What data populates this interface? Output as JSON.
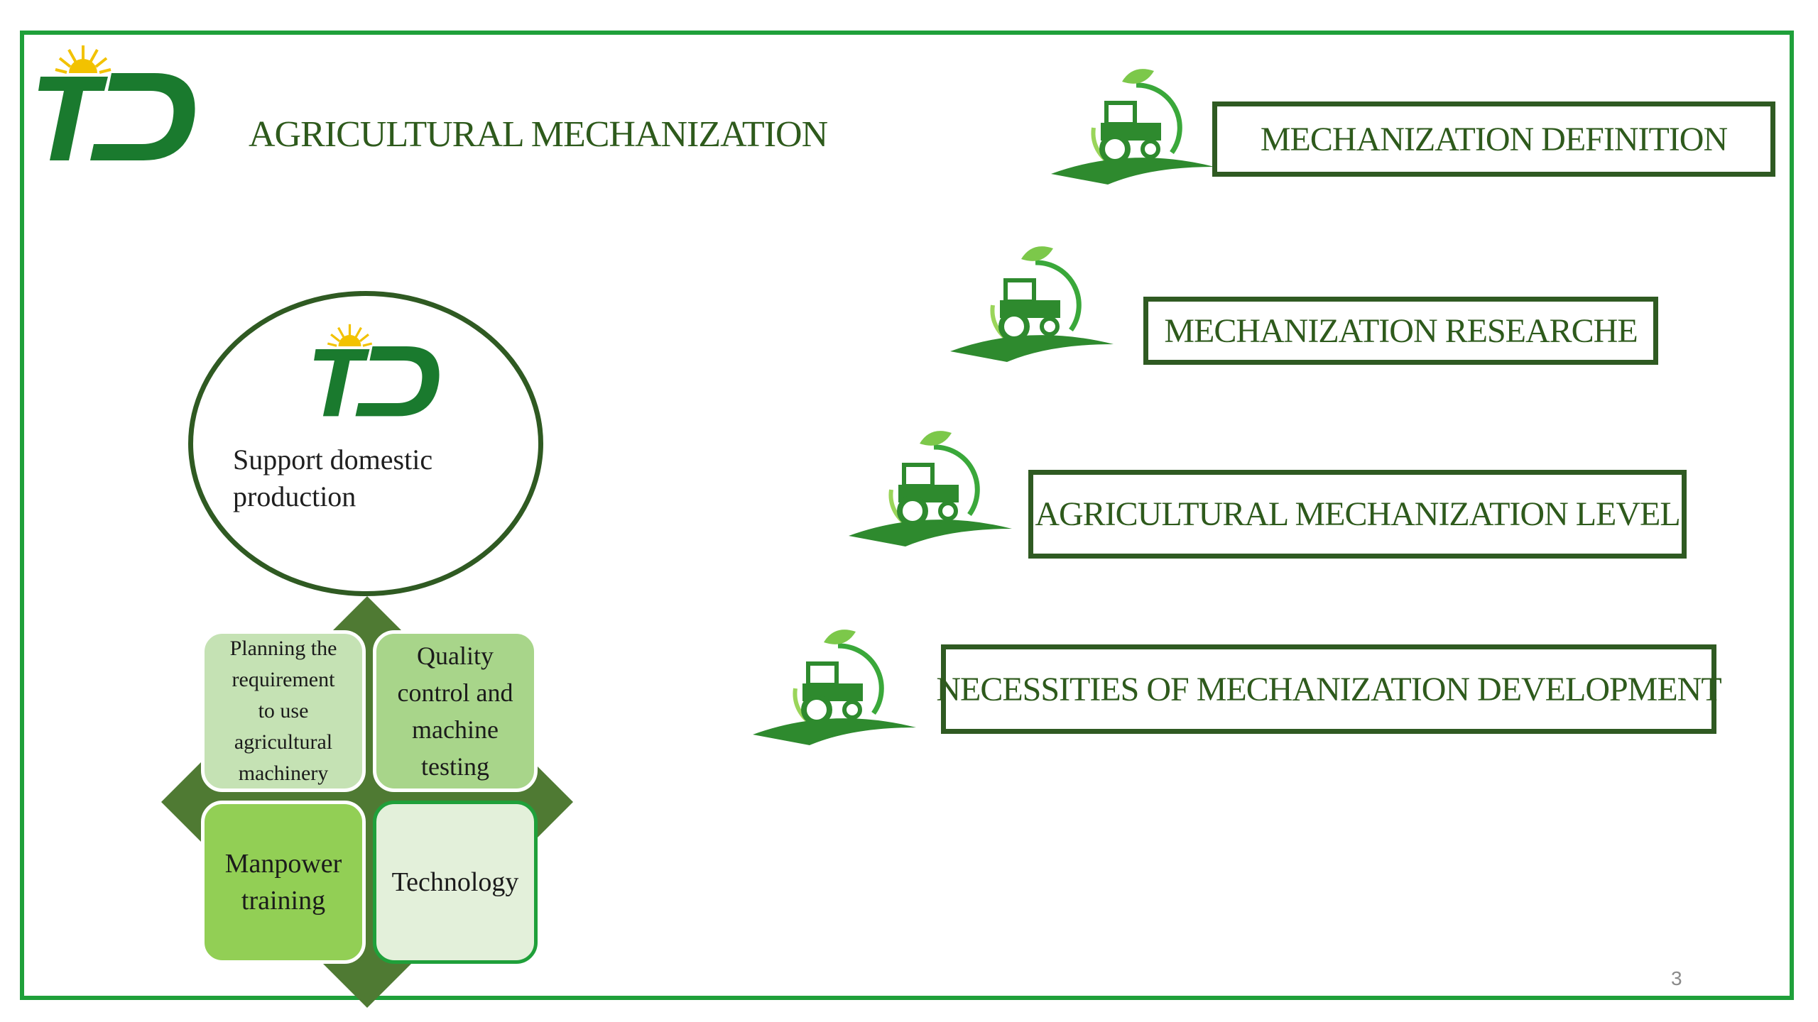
{
  "slide": {
    "title": "AGRICULTURAL MECHANIZATION",
    "page_number": "3"
  },
  "colors": {
    "frame": "#1fa03a",
    "dark_green": "#2f5a22",
    "logo_green": "#1a7a2e",
    "sun": "#f2c200"
  },
  "topics": [
    {
      "label": "MECHANIZATION DEFINITION",
      "icon": "tractor-icon"
    },
    {
      "label": "MECHANIZATION RESEARCHE",
      "icon": "tractor-icon"
    },
    {
      "label": "AGRICULTURAL MECHANIZATION LEVEL",
      "icon": "tractor-icon"
    },
    {
      "label": "NECESSITIES OF MECHANIZATION DEVELOPMENT",
      "icon": "tractor-icon"
    }
  ],
  "center": {
    "text_line1": "Support domestic",
    "text_line2": "production"
  },
  "quadrants": [
    {
      "lines": [
        "Planning the",
        "requirement",
        "to use",
        "agricultural",
        "machinery"
      ]
    },
    {
      "lines": [
        "Quality",
        "control and",
        "machine",
        "testing"
      ]
    },
    {
      "lines": [
        "Manpower",
        "training"
      ]
    },
    {
      "lines": [
        "Technology"
      ]
    }
  ]
}
